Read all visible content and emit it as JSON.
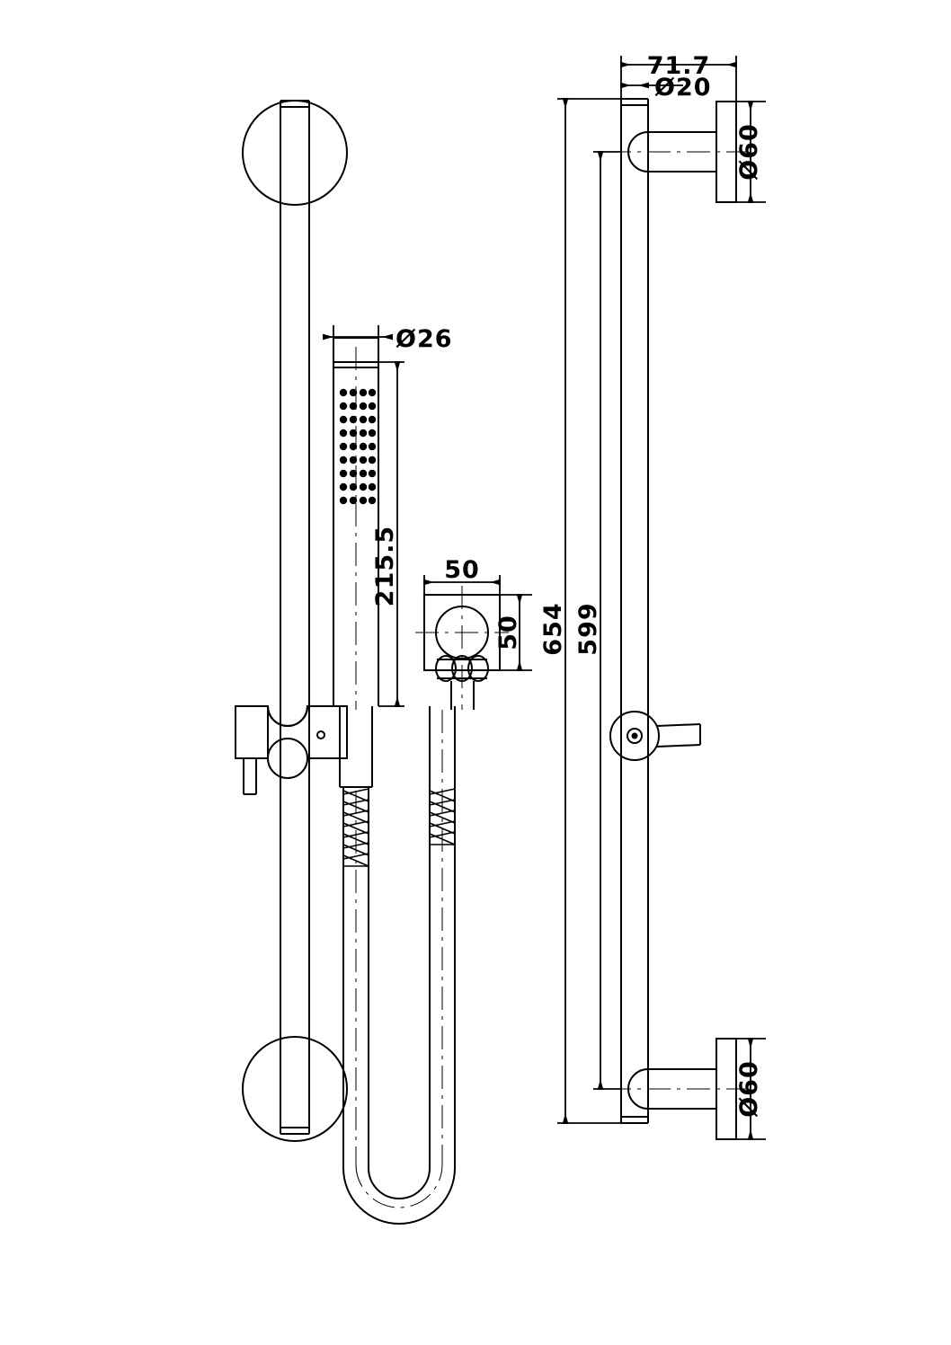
{
  "drawing": {
    "type": "engineering-dimension-drawing",
    "subject": "shower slide rail set with hand shower, hose and wall brackets",
    "views": [
      {
        "name": "front-view",
        "position": "left"
      },
      {
        "name": "side-view",
        "position": "right"
      },
      {
        "name": "outlet-elbow-detail",
        "position": "center"
      }
    ],
    "line_color": "#000000",
    "background_color": "#ffffff"
  },
  "dimensions": {
    "rail_offset_from_wall": "71.7",
    "rail_tube_diameter": "Ø20",
    "top_flange_diameter": "Ø60",
    "bottom_flange_diameter": "Ø60",
    "handshower_head_diameter": "Ø26",
    "handshower_length": "215.5",
    "rail_overall_length": "654",
    "rail_bracket_centres": "599",
    "elbow_plate_width": "50",
    "elbow_plate_height": "50"
  },
  "labels": {
    "dim_71_7": "71.7",
    "dim_d20": "Ø20",
    "dim_d60_top": "Ø60",
    "dim_d60_bottom": "Ø60",
    "dim_d26": "Ø26",
    "dim_215_5": "215.5",
    "dim_654": "654",
    "dim_599": "599",
    "dim_50_width": "50",
    "dim_50_height": "50"
  },
  "parts": {
    "front_view": {
      "top_flange": "top-wall-flange-front",
      "bottom_flange": "bottom-wall-flange-front",
      "rail": "vertical-slide-rail-front",
      "slider_bracket": "slider-bracket-front",
      "slider_lever": "slider-lever-handle",
      "handshower": "hand-shower-front",
      "spray_face": "spray-face-perforations",
      "hose": "flexible-hose-front"
    },
    "side_view": {
      "top_bracket": "top-wall-bracket-side",
      "bottom_bracket": "bottom-wall-bracket-side",
      "rail": "vertical-slide-rail-side",
      "slider_hub": "slider-hub-side",
      "slider_screw": "slider-clamp-screw",
      "slider_lever": "slider-lever-side"
    },
    "detail": {
      "plate": "outlet-square-plate",
      "boss": "outlet-circular-boss",
      "nut": "hose-connection-nut",
      "hose_stub": "hose-stub"
    }
  }
}
